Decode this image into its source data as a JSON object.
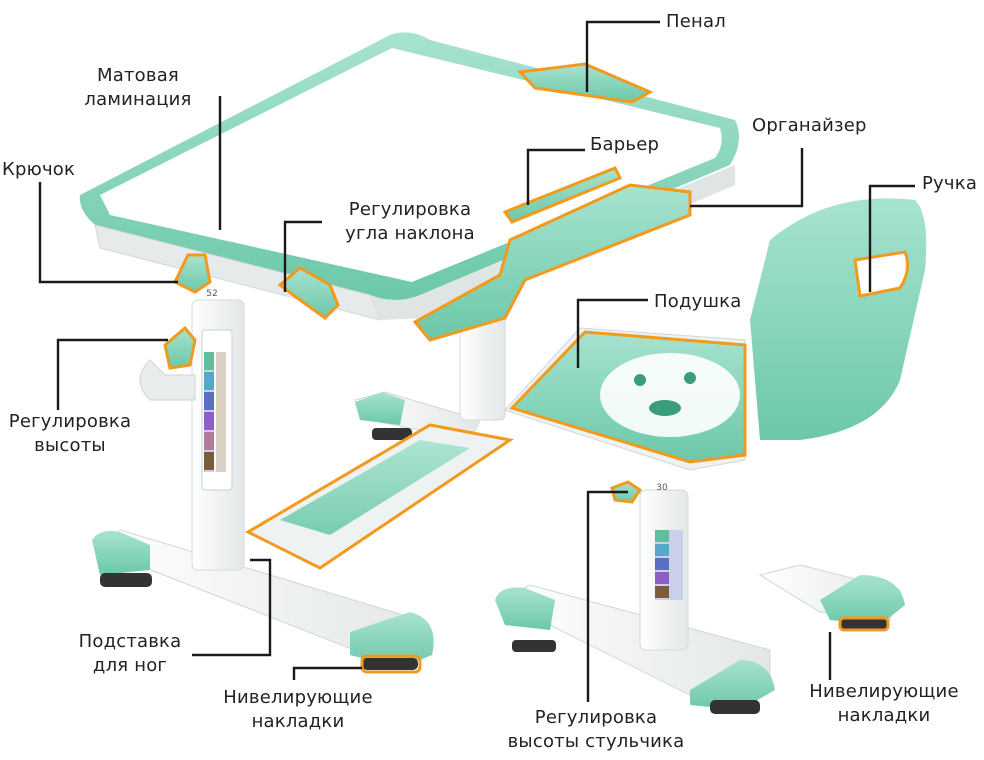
{
  "labels": {
    "penal": "Пенал",
    "matte": "Матовая\nламинация",
    "organizer": "Органайзер",
    "barrier": "Барьер",
    "hook": "Крючок",
    "tilt": "Регулировка\nугла наклона",
    "handle": "Ручка",
    "cushion": "Подушка",
    "height": "Регулировка\nвысоты",
    "footrest": "Подставка\nдля ног",
    "pads_left": "Нивелирующие\nнакладки",
    "chair_height": "Регулировка\nвысоты стульчика",
    "pads_right": "Нивелирующие\nнакладки"
  },
  "scales": {
    "desk_number": "52",
    "chair_number": "30"
  },
  "colors": {
    "mint": "#8fd8bf",
    "mint_dark": "#5cbf9c",
    "white_part": "#f4f6f6",
    "orange": "#f29a1e",
    "line": "#1a1a1a"
  }
}
